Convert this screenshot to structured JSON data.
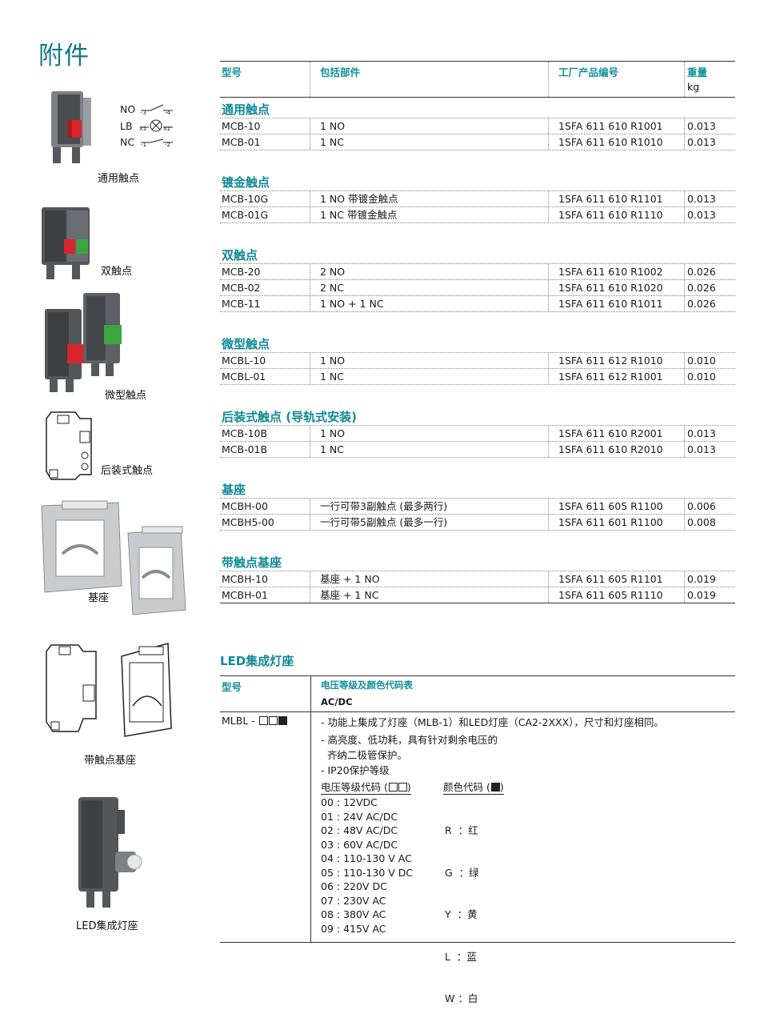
{
  "page_title": "附件",
  "table": {
    "headers": {
      "model": "型号",
      "parts": "包括部件",
      "part_no": "工厂产品编号",
      "weight": "重量",
      "weight_unit": "kg"
    },
    "sections": [
      {
        "title": "通用触点",
        "rows": [
          {
            "model": "MCB-10",
            "parts": "1 NO",
            "part_no": "1SFA 611 610 R1001",
            "weight": "0.013"
          },
          {
            "model": "MCB-01",
            "parts": "1 NC",
            "part_no": "1SFA 611 610 R1010",
            "weight": "0.013"
          }
        ]
      },
      {
        "title": "镀金触点",
        "rows": [
          {
            "model": "MCB-10G",
            "parts": "1 NO 带镀金触点",
            "part_no": "1SFA 611 610 R1101",
            "weight": "0.013"
          },
          {
            "model": "MCB-01G",
            "parts": "1 NC 带镀金触点",
            "part_no": "1SFA 611 610 R1110",
            "weight": "0.013"
          }
        ]
      },
      {
        "title": "双触点",
        "rows": [
          {
            "model": "MCB-20",
            "parts": "2 NO",
            "part_no": "1SFA 611 610 R1002",
            "weight": "0.026"
          },
          {
            "model": "MCB-02",
            "parts": "2 NC",
            "part_no": "1SFA 611 610 R1020",
            "weight": "0.026"
          },
          {
            "model": "MCB-11",
            "parts": "1 NO + 1 NC",
            "part_no": "1SFA 611 610 R1011",
            "weight": "0.026"
          }
        ]
      },
      {
        "title": "微型触点",
        "rows": [
          {
            "model": "MCBL-10",
            "parts": "1 NO",
            "part_no": "1SFA 611 612 R1010",
            "weight": "0.010"
          },
          {
            "model": "MCBL-01",
            "parts": "1 NC",
            "part_no": "1SFA 611 612 R1001",
            "weight": "0.010"
          }
        ]
      },
      {
        "title": "后装式触点 (导轨式安装)",
        "rows": [
          {
            "model": "MCB-10B",
            "parts": "1 NO",
            "part_no": "1SFA 611 610 R2001",
            "weight": "0.013"
          },
          {
            "model": "MCB-01B",
            "parts": "1 NC",
            "part_no": "1SFA 611 610 R2010",
            "weight": "0.013"
          }
        ]
      },
      {
        "title": "基座",
        "rows": [
          {
            "model": "MCBH-00",
            "parts": "一行可带3副触点 (最多两行)",
            "part_no": "1SFA 611 605 R1100",
            "weight": "0.006"
          },
          {
            "model": "MCBH5-00",
            "parts": "一行可带5副触点 (最多一行)",
            "part_no": "1SFA 611 601 R1100",
            "weight": "0.008"
          }
        ]
      },
      {
        "title": "带触点基座",
        "rows": [
          {
            "model": "MCBH-10",
            "parts": "基座 + 1 NO",
            "part_no": "1SFA 611 605 R1101",
            "weight": "0.019"
          },
          {
            "model": "MCBH-01",
            "parts": "基座 + 1 NC",
            "part_no": "1SFA 611 605 R1110",
            "weight": "0.019"
          }
        ]
      }
    ]
  },
  "symbols": {
    "no": "NO",
    "lb": "LB",
    "nc": "NC",
    "no_a": "-3",
    "no_b": "-4",
    "lb_a": "X1",
    "lb_b": "X2",
    "nc_a": "-1",
    "nc_b": "-2"
  },
  "captions": {
    "universal": "通用触点",
    "double": "双触点",
    "micro": "微型触点",
    "rear": "后装式触点",
    "base": "基座",
    "base_contact": "带触点基座",
    "led": "LED集成灯座"
  },
  "led": {
    "title": "LED集成灯座",
    "header_model": "型号",
    "header_voltage": "电压等级及颜色代码表",
    "header_acdc": "AC/DC",
    "model": "MLBL - ",
    "features": [
      "- 功能上集成了灯座（MLB-1）和LED灯座（CA2-2XXX），尺寸和灯座相同。",
      "- 高亮度、低功耗，具有针对剩余电压的",
      "  齐纳二极管保护。",
      "- IP20保护等级"
    ],
    "voltage_code_label": "电压等级代码 (",
    "color_code_label": "颜色代码 (",
    "voltage_codes": [
      "00 : 12VDC",
      "01 : 24V AC/DC",
      "02 : 48V AC/DC",
      "03 : 60V AC/DC",
      "04 : 110-130 V AC",
      "05 : 110-130 V DC",
      "06 : 220V DC",
      "07 : 230V AC",
      "08 : 380V AC",
      "09 : 415V AC"
    ],
    "color_codes": [
      "R  ：红",
      "G  ：绿",
      "Y  ：黄",
      "L  ：蓝",
      "W ：白"
    ]
  },
  "colors": {
    "accent": "#0f8a96",
    "red_button": "#d9262c",
    "green_button": "#3aa640"
  }
}
